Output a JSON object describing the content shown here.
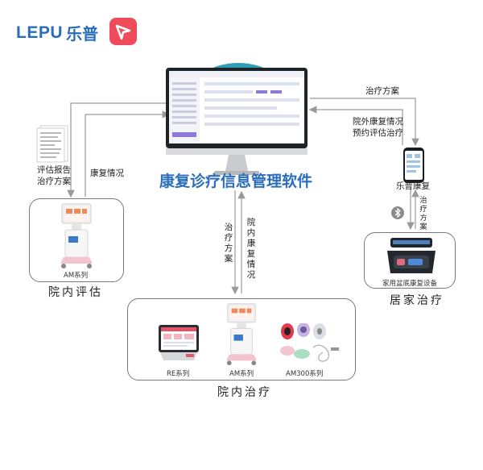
{
  "brand": {
    "name_en": "LEPU",
    "name_cn": "乐普"
  },
  "title": "康复诊疗信息管理软件",
  "labels": {
    "report_line1": "评估报告",
    "report_line2": "治疗方案",
    "rehab_status": "康复情况",
    "treatment_plan_right": "治疗方案",
    "outside_line1": "院外康复情况",
    "outside_line2": "预约评估治疗",
    "phone_app": "乐普康复",
    "vertical_plan_right": "治疗方案",
    "vertical_plan_center": "治疗方案",
    "vertical_inpatient": "院内康复情况"
  },
  "groups": {
    "assessment": {
      "title": "院内评估",
      "device": "AM系列"
    },
    "home": {
      "title": "居家治疗",
      "device": "家用盆底康复设备"
    },
    "treatment": {
      "title": "院内治疗",
      "devices": [
        "RE系列",
        "AM系列",
        "AM300系列"
      ]
    }
  },
  "colors": {
    "accent": "#2a6ebb",
    "brand_red": "#ef4b5b",
    "arrow": "#9a9a9a"
  }
}
